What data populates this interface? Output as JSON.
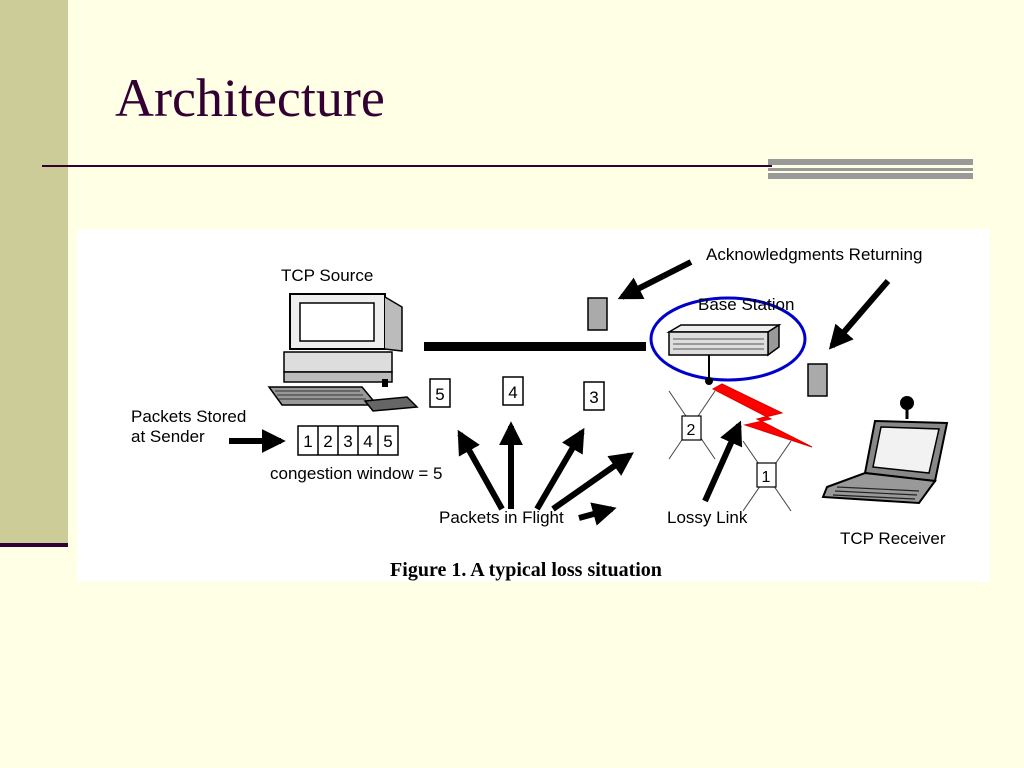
{
  "slide": {
    "title": "Architecture"
  },
  "figure": {
    "labels": {
      "acks": "Acknowledgments Returning",
      "tcp_source": "TCP Source",
      "base_station": "Base Station",
      "packets_stored_line1": "Packets Stored",
      "packets_stored_line2": "at Sender",
      "congestion_window": "congestion window = 5",
      "packets_in_flight": "Packets in Flight",
      "lossy_link": "Lossy Link",
      "tcp_receiver": "TCP Receiver"
    },
    "window_packets": [
      "1",
      "2",
      "3",
      "4",
      "5"
    ],
    "flight_packets": [
      "5",
      "4",
      "3"
    ],
    "lost_packets": [
      "2",
      "1"
    ],
    "caption": "Figure 1. A typical loss situation"
  },
  "colors": {
    "background": "#FFFFE5",
    "sidebar": "#CCCC99",
    "title": "#330033",
    "base_station_ring": "#0000CC",
    "wireless_bolt": "#FF0000",
    "ack_packet": "#AAAAAA"
  }
}
